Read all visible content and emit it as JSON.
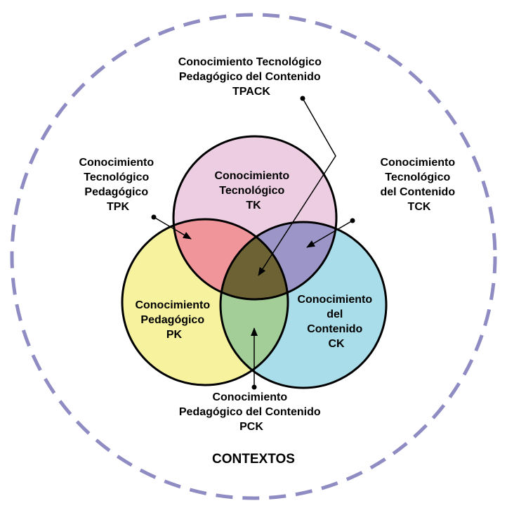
{
  "diagram": {
    "contexts_label": "CONTEXTOS",
    "tk": {
      "lines": [
        "Conocimiento",
        "Tecnológico",
        "TK"
      ],
      "color": "#EDCDE2"
    },
    "pk": {
      "lines": [
        "Conocimiento",
        "Pedagógico",
        "PK"
      ],
      "color": "#F6F29E"
    },
    "ck": {
      "lines": [
        "Conocimiento",
        "del",
        "Contenido",
        "CK"
      ],
      "color": "#A9DDE9"
    },
    "tpk": {
      "lines": [
        "Conocimiento",
        "Tecnológico",
        "Pedagógico",
        "TPK"
      ],
      "color": "#F0959A"
    },
    "tck": {
      "lines": [
        "Conocimiento",
        "Tecnológico",
        "del Contenido",
        "TCK"
      ],
      "color": "#9C96C8"
    },
    "pck": {
      "lines": [
        "Conocimiento",
        "Pedagógico del Contenido",
        "PCK"
      ],
      "color": "#A3CE98"
    },
    "tpack": {
      "lines": [
        "Conocimiento Tecnológico",
        "Pedagógico del Contenido",
        "TPACK"
      ],
      "color": "#6C6233"
    },
    "outer_ring_color": "#8E8CC2"
  }
}
